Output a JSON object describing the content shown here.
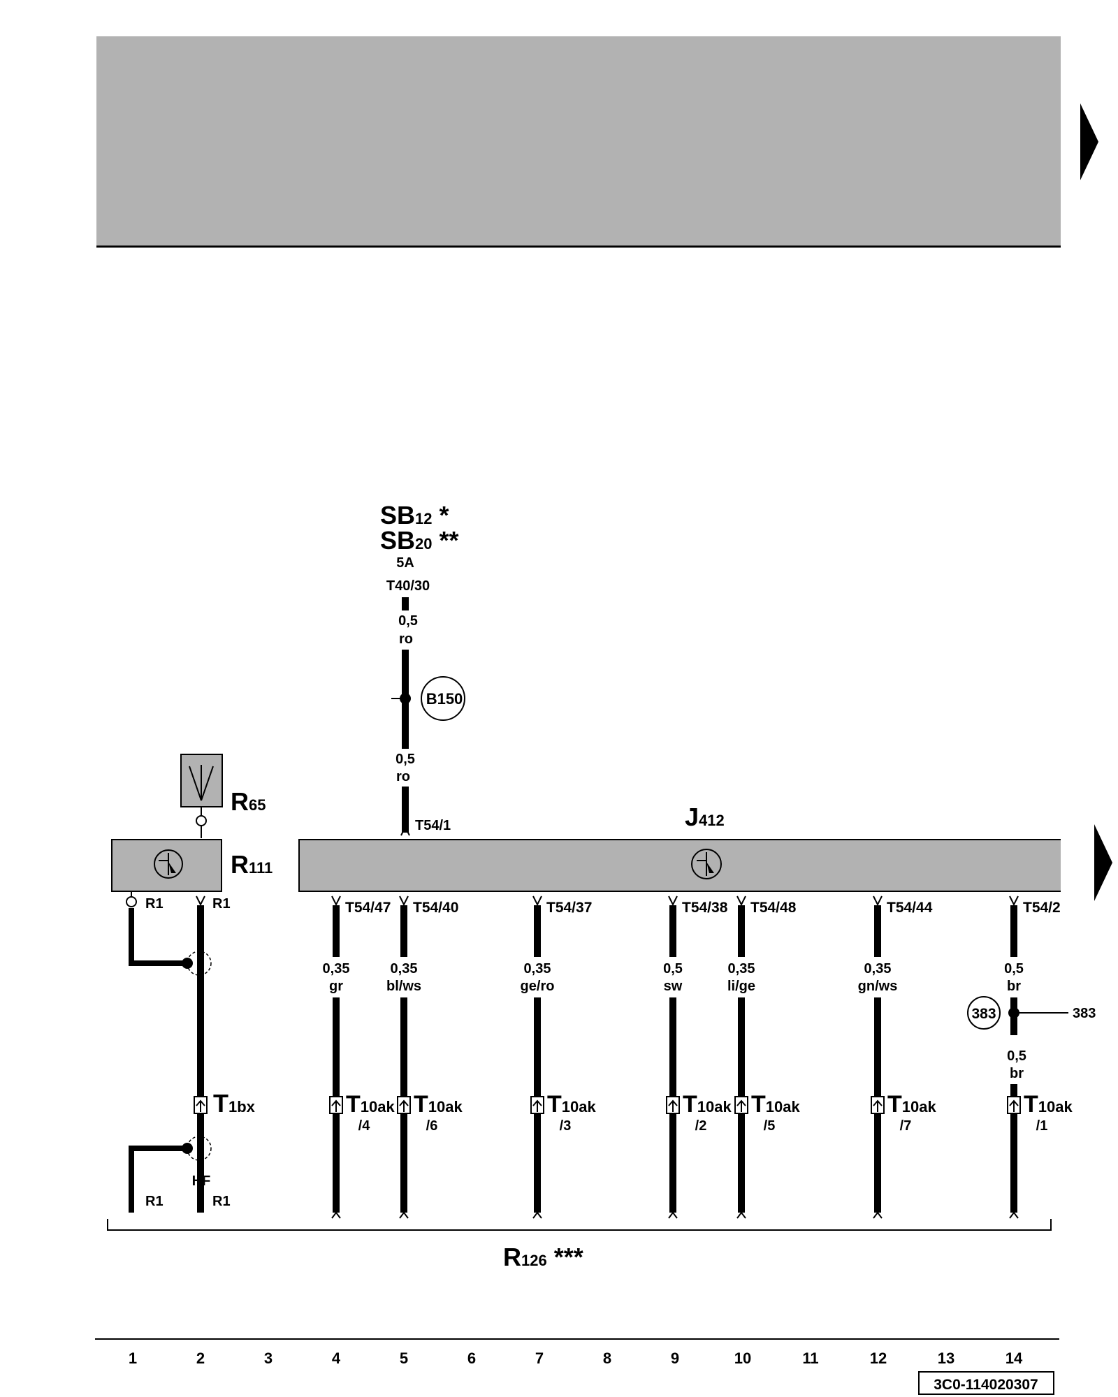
{
  "doc_id": "3C0-114020307",
  "columns": [
    "1",
    "2",
    "3",
    "4",
    "5",
    "6",
    "7",
    "8",
    "9",
    "10",
    "11",
    "12",
    "13",
    "14"
  ],
  "fuse": {
    "sb12_main": "SB",
    "sb12_sub": "12",
    "sb12_mark": "*",
    "sb20_main": "SB",
    "sb20_sub": "20",
    "sb20_mark": "**",
    "rating": "5A",
    "terminal": "T40/30"
  },
  "supply_wire": {
    "upper_size": "0,5",
    "upper_color": "ro",
    "lower_size": "0,5",
    "lower_color": "ro",
    "ground_point": "B150",
    "module_pin": "T54/1"
  },
  "components": {
    "r65_main": "R",
    "r65_sub": "65",
    "r111_main": "R",
    "r111_sub": "111",
    "j412_main": "J",
    "j412_sub": "412",
    "r126_main": "R",
    "r126_sub": "126",
    "r126_mark": "***"
  },
  "r111_pins": {
    "left": "R1",
    "right": "R1"
  },
  "connector_t1bx": {
    "main": "T",
    "sub": "1bx"
  },
  "hf_label": "HF",
  "bottom_pins": {
    "left": "R1",
    "right": "R1"
  },
  "wires": [
    {
      "pin": "T54/47",
      "size": "0,35",
      "color": "gr",
      "conn_main": "T",
      "conn_sub": "10ak",
      "conn_pin": "/4"
    },
    {
      "pin": "T54/40",
      "size": "0,35",
      "color": "bl/ws",
      "conn_main": "T",
      "conn_sub": "10ak",
      "conn_pin": "/6"
    },
    {
      "pin": "T54/37",
      "size": "0,35",
      "color": "ge/ro",
      "conn_main": "T",
      "conn_sub": "10ak",
      "conn_pin": "/3"
    },
    {
      "pin": "T54/38",
      "size": "0,5",
      "color": "sw",
      "conn_main": "T",
      "conn_sub": "10ak",
      "conn_pin": "/2"
    },
    {
      "pin": "T54/48",
      "size": "0,35",
      "color": "li/ge",
      "conn_main": "T",
      "conn_sub": "10ak",
      "conn_pin": "/5"
    },
    {
      "pin": "T54/44",
      "size": "0,35",
      "color": "gn/ws",
      "conn_main": "T",
      "conn_sub": "10ak",
      "conn_pin": "/7"
    },
    {
      "pin": "T54/2",
      "size": "0,5",
      "color": "br",
      "conn_main": "T",
      "conn_sub": "10ak",
      "conn_pin": "/1",
      "lower_size": "0,5",
      "lower_color": "br",
      "ref_circle": "383",
      "ref_label": "383"
    }
  ]
}
